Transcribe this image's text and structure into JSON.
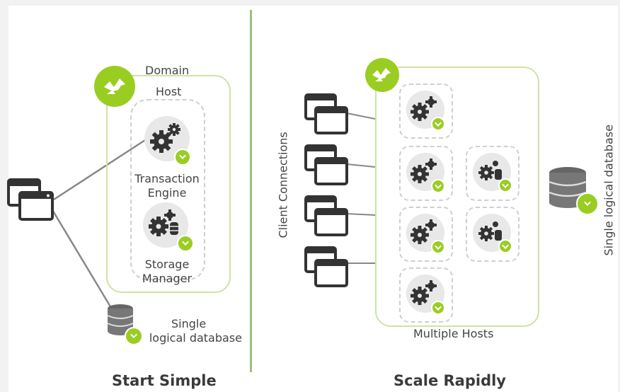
{
  "left": {
    "domain_label": "Domain",
    "host_label": "Host",
    "te_label_line1": "Transaction",
    "te_label_line2": "Engine",
    "sm_label_line1": "Storage",
    "sm_label_line2": "Manager",
    "db_label_line1": "Single",
    "db_label_line2": "logical database",
    "title": "Start Simple"
  },
  "right": {
    "client_connections_label": "Client Connections",
    "multiple_hosts_label": "Multiple Hosts",
    "single_db_label": "Single logical database",
    "title": "Scale Rapidly"
  },
  "colors": {
    "accent_green": "#9acd22",
    "box_border": "#cfe3a3",
    "divider": "#9bbf7a",
    "icon_dark": "#333333"
  }
}
